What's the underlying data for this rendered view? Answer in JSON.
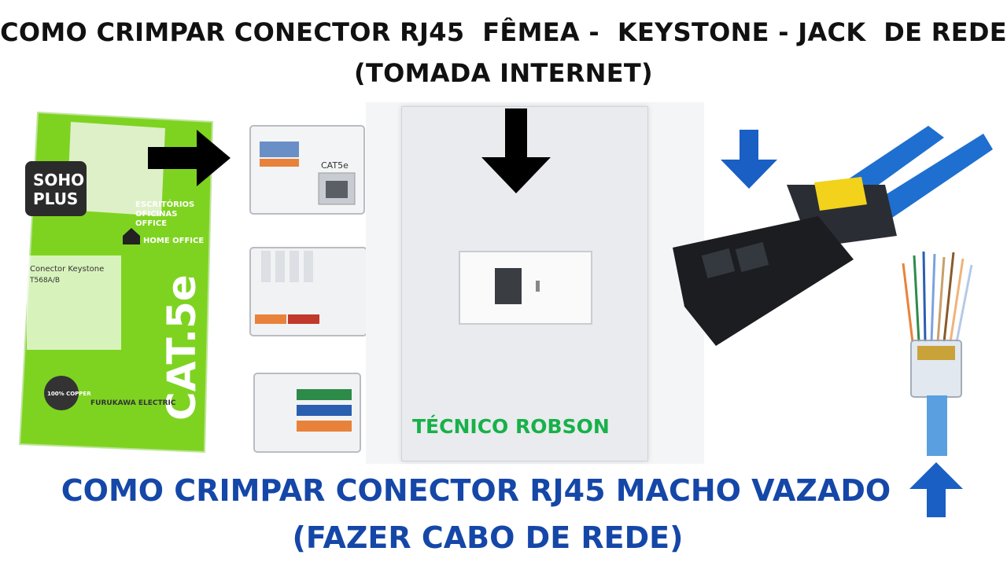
{
  "headline": {
    "line1": "COMO CRIMPAR CONECTOR RJ45  FÊMEA -  KEYSTONE - JACK  DE REDE",
    "line2": "(TOMADA INTERNET)"
  },
  "footer": {
    "line1": "COMO CRIMPAR CONECTOR RJ45 MACHO VAZADO",
    "line2": "(FAZER CABO DE REDE)"
  },
  "credit": "TÉCNICO ROBSON",
  "package": {
    "brand_line1": "SOHO",
    "brand_line2": "PLUS",
    "uses_line1": "ESCRITÓRIOS",
    "uses_line2": "OFICINAS",
    "uses_line3": "OFFICE",
    "home_office": "HOME OFFICE",
    "product_line1": "Conector Keystone",
    "product_line2": "T568A/B",
    "category": "CAT.5e",
    "copper": "100% COPPER",
    "maker": "FURUKAWA ELECTRIC"
  },
  "keystone": {
    "label": "CAT5e"
  },
  "colors": {
    "black_text": "#111111",
    "blue_text": "#1547a8",
    "green_text": "#18b04a",
    "package_green": "#7ed321",
    "tool_blue": "#1e6fd0",
    "tool_yellow": "#f2d21b",
    "arrow_blue": "#1a5fc4"
  },
  "icons": [
    "arrow-right-icon",
    "arrow-down-icon",
    "arrow-up-icon",
    "house-icon"
  ]
}
